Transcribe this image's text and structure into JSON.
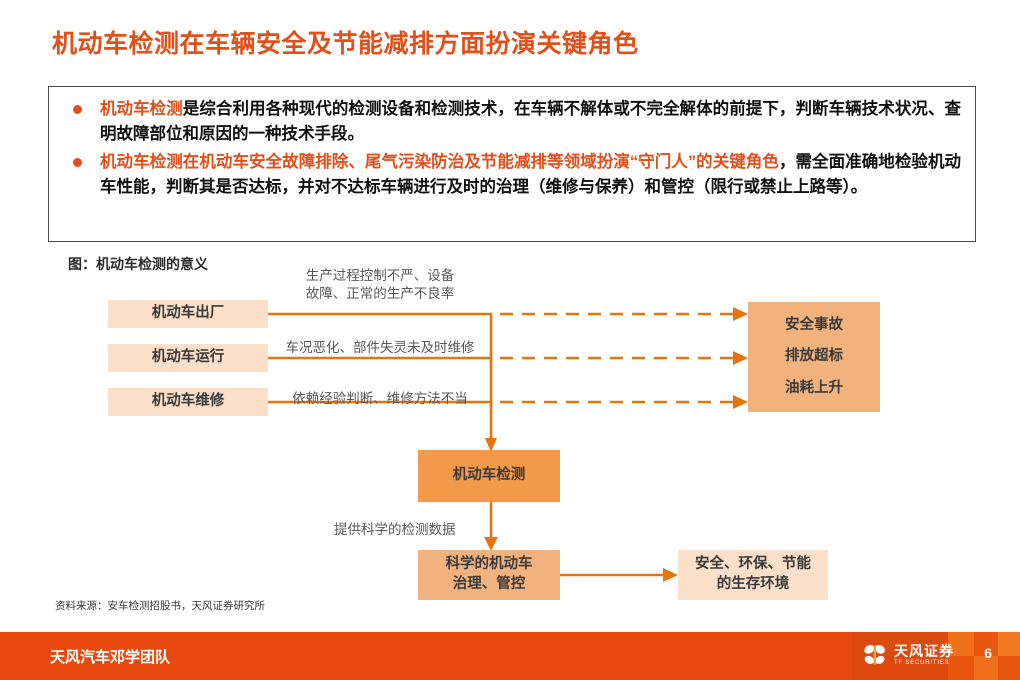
{
  "slide": {
    "title": "机动车检测在车辆安全及节能减排方面扮演关键角色",
    "page_number": "6",
    "accent_color": "#E1501B",
    "footer_color": "#E8490E"
  },
  "bullets": [
    {
      "highlight": "机动车检测",
      "rest": "是综合利用各种现代的检测设备和检测技术，在车辆不解体或不完全解体的前提下，判断车辆技术状况、查明故障部位和原因的一种技术手段。"
    },
    {
      "highlight": "机动车检测在机动车安全故障排除、尾气污染防治及节能减排等领域扮演“守门人”的关键角色",
      "rest": "，需全面准确地检验机动车性能，判断其是否达标，并对不达标车辆进行及时的治理（维修与保养）和管控（限行或禁止上路等）。"
    }
  ],
  "figure": {
    "caption": "图：机动车检测的意义",
    "source": "资料来源：安车检测招股书，天风证券研究所",
    "source_boxes": [
      "机动车出厂",
      "机动车运行",
      "机动车维修"
    ],
    "reasons": [
      "生产过程控制不严、设备\n故障、正常的生产不良率",
      "车况恶化、部件失灵未及时维修",
      "依赖经验判断、维修方法不当"
    ],
    "results": [
      "安全事故",
      "排放超标",
      "油耗上升"
    ],
    "center_box": "机动车检测",
    "mid_label": "提供科学的检测数据",
    "governance_box": "科学的机动车\n治理、管控",
    "environment_box": "安全、环保、节能\n的生存环境",
    "colors": {
      "line": "#E8740E",
      "box_light": "#FBDFC8",
      "box_mid": "#F2B27E",
      "box_deep": "#F2994A"
    }
  },
  "footer": {
    "team": "天风汽车邓学团队",
    "logo_cn": "天风证券",
    "logo_en": "TF SECURITIES"
  }
}
